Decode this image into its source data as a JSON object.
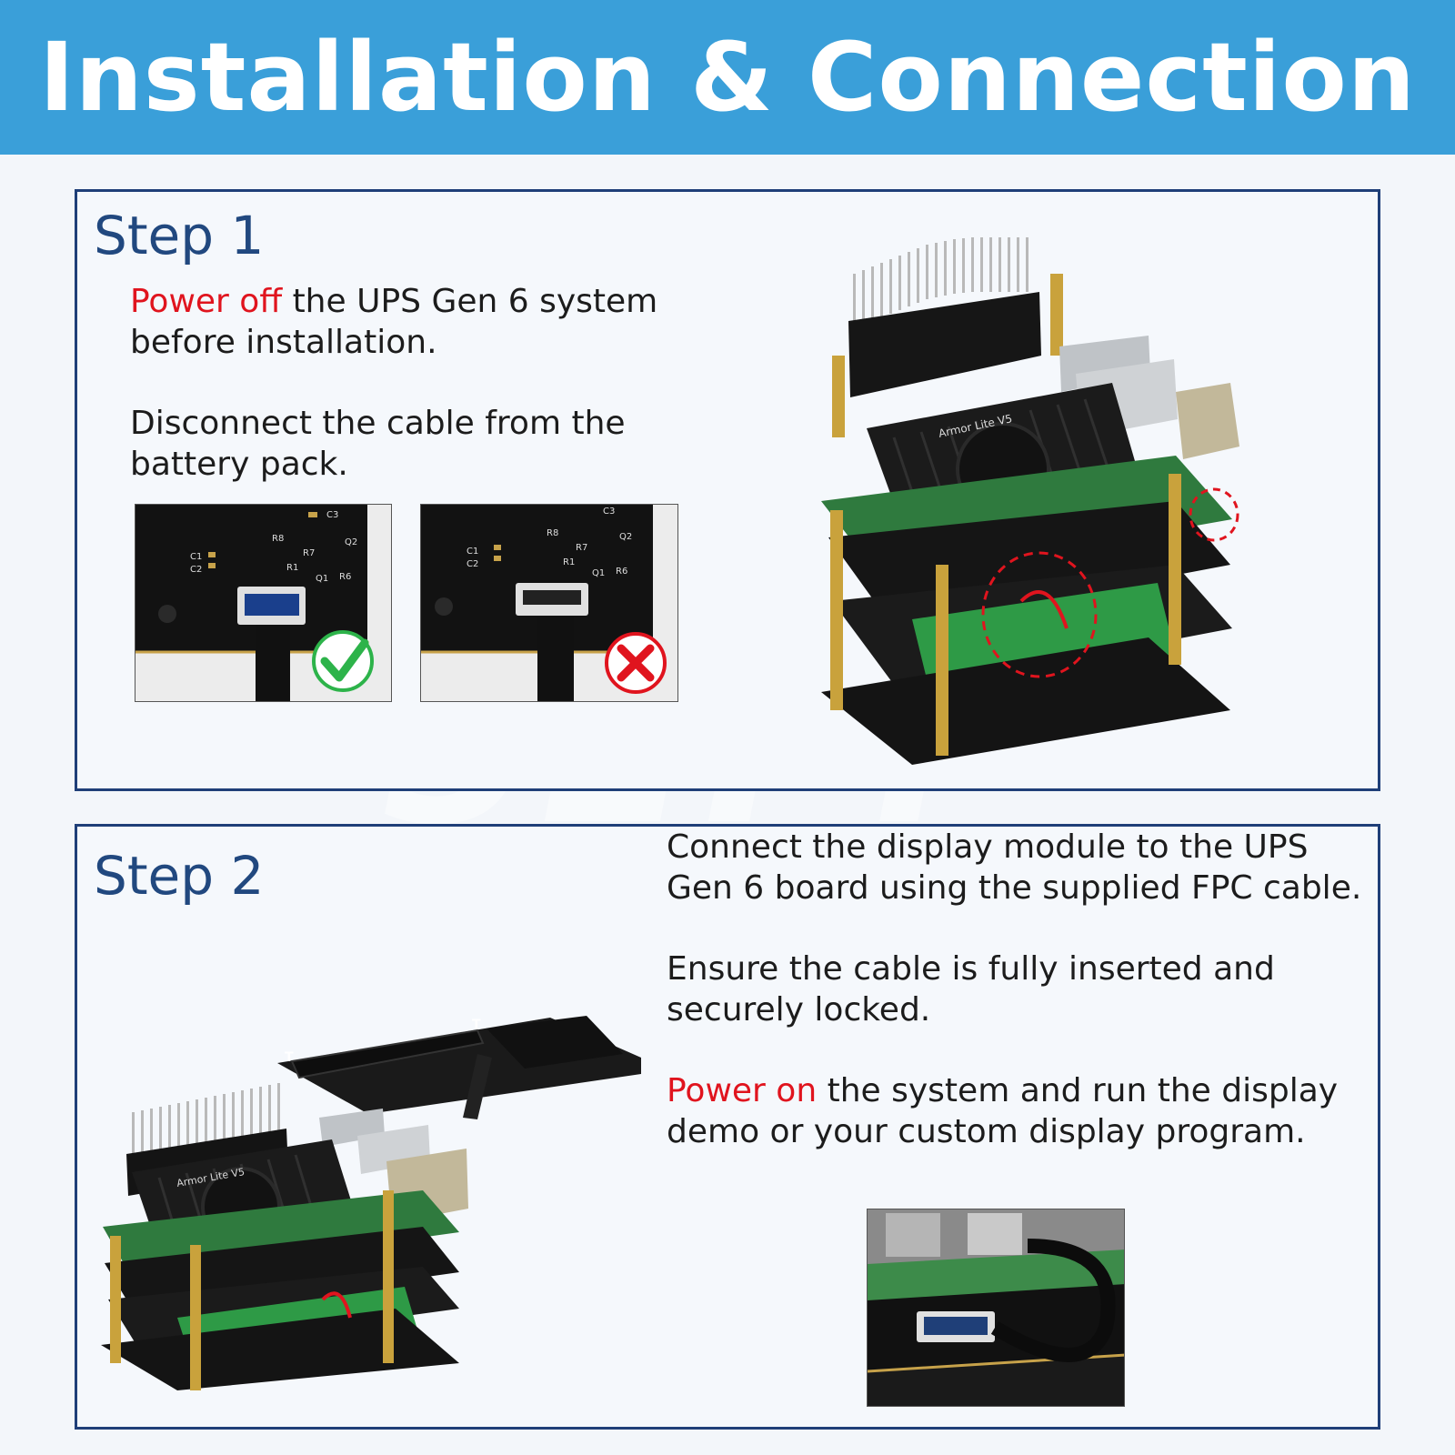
{
  "header": {
    "title": "Installation & Connection"
  },
  "step1": {
    "title": "Step 1",
    "para1": {
      "highlight": "Power off",
      "line1_rest": " the UPS Gen 6 system",
      "line2": "before installation."
    },
    "para2": {
      "line1": "Disconnect the cable from the",
      "line2": "battery pack."
    },
    "board_labels": {
      "c3": "C3",
      "r8": "R8",
      "q2": "Q2",
      "r7": "R7",
      "c1": "C1",
      "c2": "C2",
      "r1": "R1",
      "q1": "Q1",
      "r6": "R6"
    },
    "heatsink_label": "Armor Lite V5"
  },
  "step2": {
    "title": "Step 2",
    "para1": {
      "line1": "Connect the display module to the UPS",
      "line2": "Gen 6 board using the supplied FPC cable."
    },
    "para2": {
      "line1": "Ensure the cable is fully inserted and",
      "line2": "securely locked."
    },
    "para3": {
      "highlight": "Power on",
      "line1_rest": " the system and run the display",
      "line2": "demo or your custom display program."
    },
    "heatsink_label": "Armor Lite V5"
  },
  "colors": {
    "banner": "#3a9fd9",
    "border": "#1f3f78",
    "title": "#21487f",
    "highlight": "#e0141e",
    "ok": "#2db34a",
    "bad": "#e0141e"
  }
}
